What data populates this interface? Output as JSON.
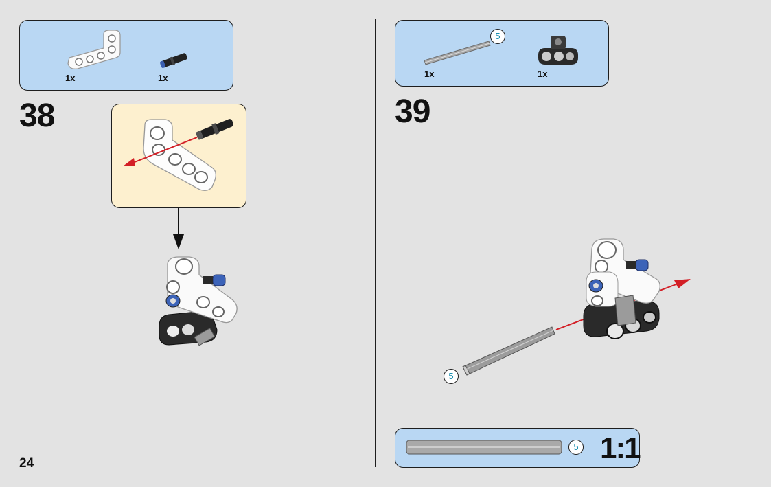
{
  "page": {
    "number": "24"
  },
  "step38": {
    "number": "38",
    "parts": [
      {
        "qty": "1x",
        "part": "white-l-beam"
      },
      {
        "qty": "1x",
        "part": "black-blue-pin"
      }
    ]
  },
  "step39": {
    "number": "39",
    "parts": [
      {
        "qty": "1x",
        "part": "grey-axle",
        "length": "5"
      },
      {
        "qty": "1x",
        "part": "black-connector-block"
      }
    ],
    "assembly_axle_length": "5"
  },
  "scale_reference": {
    "length": "5",
    "label": "1:1"
  },
  "colors": {
    "parts_panel": "#b9d7f3",
    "callout_panel": "#fdf0cf",
    "arrow_red": "#d31f26",
    "length_badge_text": "#1a8fb0"
  }
}
